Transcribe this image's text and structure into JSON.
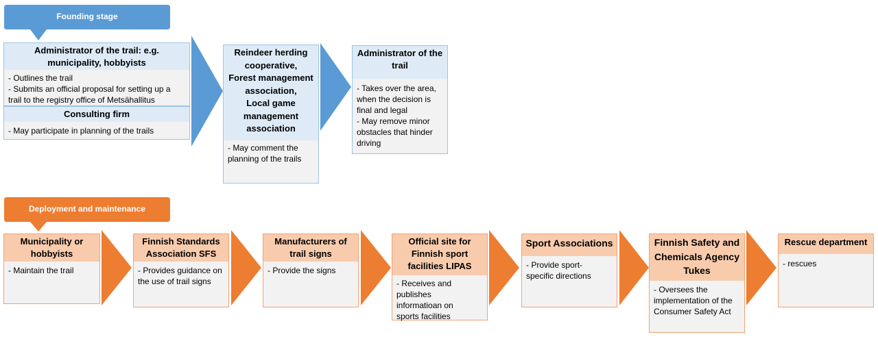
{
  "colors": {
    "blue_accent": "#5b9bd5",
    "blue_header": "#deebf7",
    "orange_accent": "#ed7d31",
    "orange_header": "#f8cbad",
    "body_gray": "#f2f2f2"
  },
  "founding": {
    "title": "Founding stage",
    "admin_hobbyists": {
      "title": [
        "Administrator of the trail: e.g.",
        "municipality, hobbyists"
      ],
      "body": [
        "- Outlines the trail",
        "- Submits an official proposal for setting up a",
        "trail to the registry office of Metsähallitus"
      ]
    },
    "consulting": {
      "title": [
        "Consulting firm"
      ],
      "body": [
        "- May participate in planning of the trails"
      ]
    },
    "reindeer": {
      "title": [
        "Reindeer herding",
        "cooperative,",
        "Forest management",
        "association,",
        "Local game",
        "management",
        "association"
      ],
      "body": [
        "- May comment the",
        "planning of the trails"
      ]
    },
    "admin": {
      "title": [
        "Administrator of the",
        "trail"
      ],
      "body": [
        "- Takes over the area,",
        "when the decision is",
        "final and legal",
        "- May remove minor",
        "obstacles that hinder",
        "driving"
      ]
    }
  },
  "deployment": {
    "title": "Deployment and maintenance",
    "municipality": {
      "title": [
        "Municipality or",
        "hobbyists"
      ],
      "body": [
        "- Maintain the trail"
      ]
    },
    "sfs": {
      "title": [
        "Finnish Standards",
        "Association SFS"
      ],
      "body": [
        "- Provides guidance on",
        "the use of trail signs"
      ]
    },
    "manufacturers": {
      "title": [
        "Manufacturers of",
        "trail signs"
      ],
      "body": [
        "- Provide the signs"
      ]
    },
    "lipas": {
      "title": [
        "Official site for",
        "Finnish sport",
        "facilities LIPAS"
      ],
      "body": [
        "- Receives and",
        "publishes",
        "informatioan on",
        "sports facilities"
      ]
    },
    "sport": {
      "title": [
        "Sport Associations"
      ],
      "body": [
        "- Provide sport-",
        "specific directions"
      ]
    },
    "tukes": {
      "title": [
        "Finnish Safety and",
        "Chemicals Agency",
        "Tukes"
      ],
      "body": [
        "- Oversees the",
        "implementation of the",
        "Consumer Safety Act"
      ]
    },
    "rescue": {
      "title": [
        "Rescue department"
      ],
      "body": [
        "- rescues"
      ]
    }
  }
}
